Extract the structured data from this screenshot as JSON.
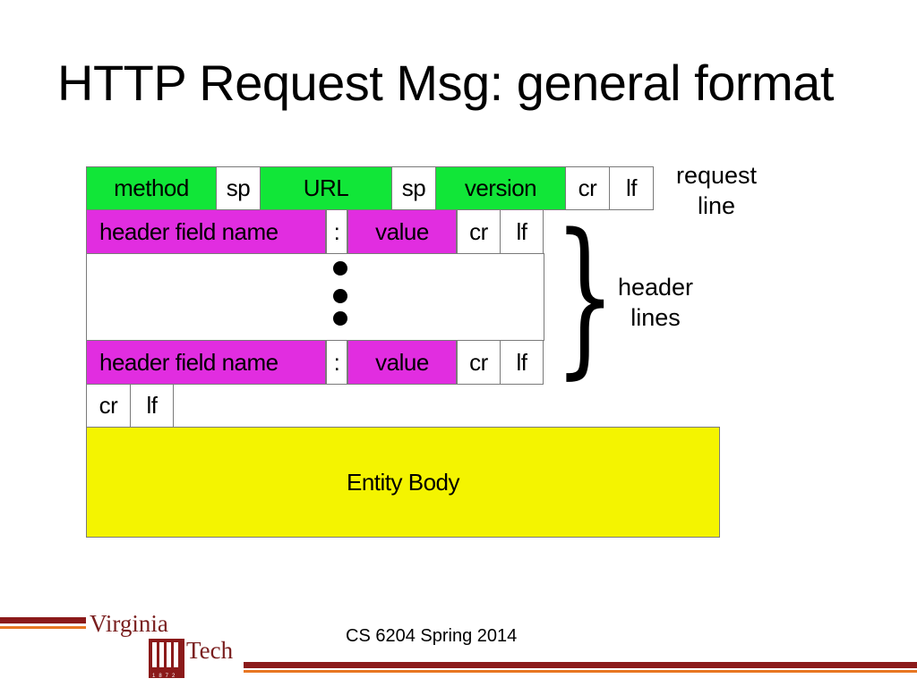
{
  "title": "HTTP Request Msg: general format",
  "request_line": {
    "fields": [
      "method",
      "sp",
      "URL",
      "sp",
      "version",
      "cr",
      "lf"
    ],
    "label_line1": "request",
    "label_line2": "line"
  },
  "header_line": {
    "field_name": "header field name",
    "colon": ":",
    "value": "value",
    "cr": "cr",
    "lf": "lf"
  },
  "header_lines_label": {
    "line1": "header",
    "line2": "lines"
  },
  "blank_line": {
    "cr": "cr",
    "lf": "lf"
  },
  "entity_body": "Entity Body",
  "footer": {
    "course": "CS 6204 Spring 2014",
    "logo_text_1": "Virginia",
    "logo_text_2": "Tech",
    "logo_year": "1872"
  },
  "colors": {
    "request_line": "#11e638",
    "header_fields": "#e12de0",
    "entity_body": "#f4f400",
    "maroon": "#8b1a1a",
    "orange": "#e87722"
  }
}
